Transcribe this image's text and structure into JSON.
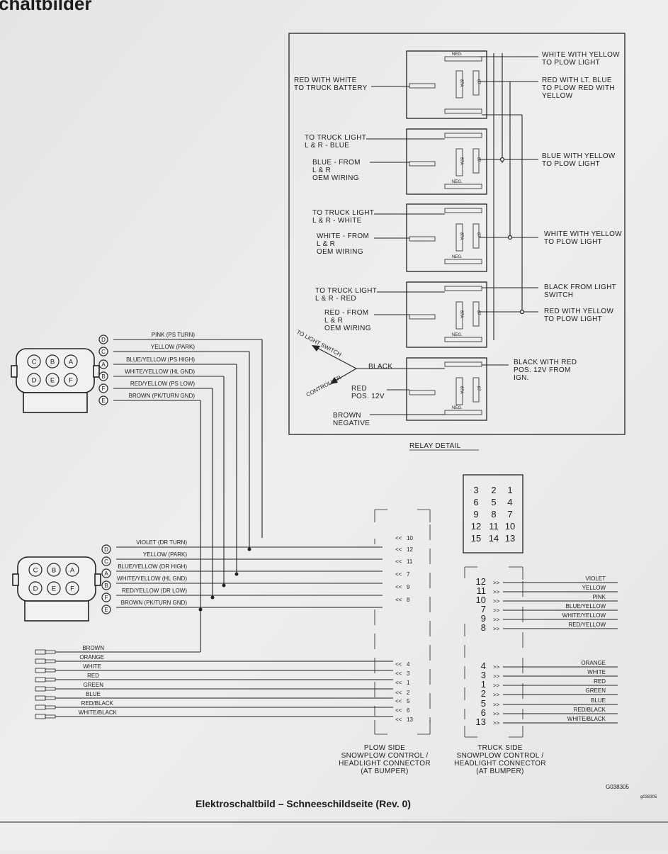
{
  "header_fragment": "chaltbilder",
  "relay_detail": {
    "title": "RELAY DETAIL",
    "relays": [
      {
        "left_labels": [
          [
            "RED WITH WHITE",
            "TO TRUCK BATTERY"
          ]
        ],
        "right_labels": [
          [
            "WHITE WITH YELLOW",
            "TO PLOW LIGHT"
          ],
          [
            "RED WITH LT. BLUE",
            "TO PLOW RED WITH",
            "YELLOW"
          ]
        ],
        "terminal_labels": [
          "NEG.",
          "87",
          "87A"
        ]
      },
      {
        "left_labels": [
          [
            "TO TRUCK LIGHT",
            "L & R - BLUE"
          ],
          [
            "BLUE - FROM",
            "L & R",
            "OEM WIRING"
          ]
        ],
        "right_labels": [
          [
            "BLUE WITH YELLOW",
            "TO PLOW LIGHT"
          ]
        ],
        "terminal_labels": [
          "NEG.",
          "87",
          "87A"
        ]
      },
      {
        "left_labels": [
          [
            "TO TRUCK LIGHT",
            "L & R - WHITE"
          ],
          [
            "WHITE - FROM",
            "L & R",
            "OEM WIRING"
          ]
        ],
        "right_labels": [
          [
            "WHITE WITH YELLOW",
            "TO PLOW LIGHT"
          ]
        ],
        "terminal_labels": [
          "NEG.",
          "87",
          "87A"
        ]
      },
      {
        "left_labels": [
          [
            "TO TRUCK LIGHT",
            "L & R - RED"
          ],
          [
            "RED - FROM",
            "L & R",
            "OEM WIRING"
          ]
        ],
        "right_labels": [
          [
            "BLACK FROM LIGHT",
            "SWITCH"
          ],
          [
            "RED WITH YELLOW",
            "TO PLOW LIGHT"
          ]
        ],
        "terminal_labels": [
          "NEG.",
          "87",
          "87A"
        ]
      },
      {
        "left_labels": [
          [
            "BLACK"
          ],
          [
            "RED",
            "POS. 12V"
          ],
          [
            "BROWN",
            "NEGATIVE"
          ]
        ],
        "right_labels": [
          [
            "BLACK WITH RED",
            "POS. 12V FROM",
            "IGN."
          ]
        ],
        "terminal_labels": [
          "NEG.",
          "87",
          "87A"
        ]
      }
    ],
    "arrows": [
      "TO LIGHT SWITCH",
      "CONTROLLER"
    ]
  },
  "upper_connector": {
    "pins_face": [
      "C",
      "B",
      "A",
      "D",
      "E",
      "F"
    ],
    "wires": [
      {
        "pin": "D",
        "label": "PINK (PS TURN)"
      },
      {
        "pin": "C",
        "label": "YELLOW (PARK)"
      },
      {
        "pin": "A",
        "label": "BLUE/YELLOW (PS HIGH)"
      },
      {
        "pin": "B",
        "label": "WHITE/YELLOW (HL GND)"
      },
      {
        "pin": "F",
        "label": "RED/YELLOW (PS LOW)"
      },
      {
        "pin": "E",
        "label": "BROWN (PK/TURN GND)"
      }
    ]
  },
  "lower_connector": {
    "pins_face": [
      "C",
      "B",
      "A",
      "D",
      "E",
      "F"
    ],
    "wires": [
      {
        "pin": "D",
        "label": "VIOLET (DR TURN)",
        "plow_pin": "10"
      },
      {
        "pin": "C",
        "label": "YELLOW (PARK)",
        "plow_pin": "12"
      },
      {
        "pin": "A",
        "label": "BLUE/YELLOW (DR HIGH)",
        "plow_pin": "11"
      },
      {
        "pin": "B",
        "label": "WHITE/YELLOW (HL GND)",
        "plow_pin": "7"
      },
      {
        "pin": "F",
        "label": "RED/YELLOW (DR LOW)",
        "plow_pin": "9"
      },
      {
        "pin": "E",
        "label": "BROWN (PK/TURN GND)",
        "plow_pin": "8"
      }
    ]
  },
  "harness_wires": [
    {
      "label": "BROWN",
      "plow_pin": ""
    },
    {
      "label": "ORANGE",
      "plow_pin": "4"
    },
    {
      "label": "WHITE",
      "plow_pin": "3"
    },
    {
      "label": "RED",
      "plow_pin": "1"
    },
    {
      "label": "GREEN",
      "plow_pin": "2"
    },
    {
      "label": "BLUE",
      "plow_pin": "5"
    },
    {
      "label": "RED/BLACK",
      "plow_pin": "6"
    },
    {
      "label": "WHITE/BLACK",
      "plow_pin": "13"
    }
  ],
  "pin_face": {
    "rows": [
      [
        "3",
        "2",
        "1"
      ],
      [
        "6",
        "5",
        "4"
      ],
      [
        "9",
        "8",
        "7"
      ],
      [
        "12",
        "11",
        "10"
      ],
      [
        "15",
        "14",
        "13"
      ]
    ]
  },
  "truck_side_wires": {
    "group1": [
      {
        "pin": "12",
        "label": "VIOLET"
      },
      {
        "pin": "11",
        "label": "YELLOW"
      },
      {
        "pin": "10",
        "label": "PINK"
      },
      {
        "pin": "7",
        "label": "BLUE/YELLOW"
      },
      {
        "pin": "9",
        "label": "WHITE/YELLOW"
      },
      {
        "pin": "8",
        "label": "RED/YELLOW"
      }
    ],
    "group2": [
      {
        "pin": "4",
        "label": "ORANGE"
      },
      {
        "pin": "3",
        "label": "WHITE"
      },
      {
        "pin": "1",
        "label": "RED"
      },
      {
        "pin": "2",
        "label": "GREEN"
      },
      {
        "pin": "5",
        "label": "BLUE"
      },
      {
        "pin": "6",
        "label": "RED/BLACK"
      },
      {
        "pin": "13",
        "label": "WHITE/BLACK"
      }
    ]
  },
  "captions": {
    "plow_side": [
      "PLOW SIDE",
      "SNOWPLOW CONTROL /",
      "HEADLIGHT CONNECTOR",
      "(AT BUMPER)"
    ],
    "truck_side": [
      "TRUCK SIDE",
      "SNOWPLOW CONTROL /",
      "HEADLIGHT CONNECTOR",
      "(AT BUMPER)"
    ]
  },
  "drawing_number": "G038305",
  "small_code": "g038305",
  "page_title": "Elektroschaltbild – Schneeschildseite (Rev. 0)"
}
